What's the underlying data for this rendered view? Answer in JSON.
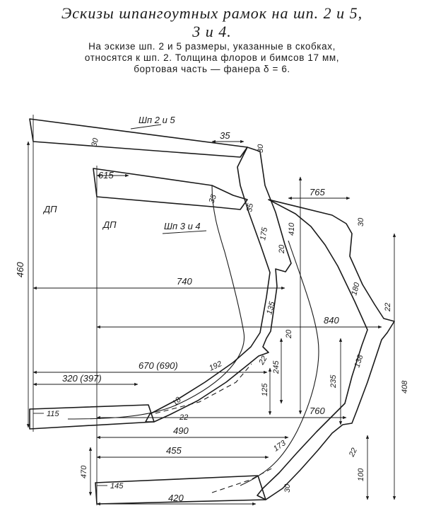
{
  "title": {
    "line1": "Эскизы шпангоутных рамок на шп. 2 и 5,",
    "line2": "3 и 4."
  },
  "caption": {
    "line1": "На эскизе шп. 2 и 5 размеры, указанные в скобках,",
    "line2": "относятся к шп. 2. Толщина флоров и бимсов 17 мм,",
    "line3": "бортовая часть — фанера δ = 6."
  },
  "frame_labels": {
    "frames_2_5": "Шп 2 и 5",
    "frames_3_4": "Шп 3 и 4",
    "centerline_upper": "ДП",
    "centerline_lower": "ДП"
  },
  "dimensions": {
    "d_460": "460",
    "d_30_beam": "30",
    "d_35_top": "35",
    "d_30_corner": "30",
    "d_615": "615",
    "d_35_beam2": "35",
    "d_35_side": "35",
    "d_175": "175",
    "d_20_a": "20",
    "d_410": "410",
    "d_765": "765",
    "d_30_right": "30",
    "d_180": "180",
    "d_740": "740",
    "d_135": "135",
    "d_840": "840",
    "d_22_a": "22",
    "d_20_b": "20",
    "d_245": "245",
    "d_22_b": "22",
    "d_670": "670 (690)",
    "d_192": "192",
    "d_138": "138",
    "d_408": "408",
    "d_320": "320 (397)",
    "d_235": "235",
    "d_125": "125",
    "d_18": "18",
    "d_22_c": "22",
    "d_115": "115",
    "d_760": "760",
    "d_490": "490",
    "d_173": "173",
    "d_470": "470",
    "d_455": "455",
    "d_22_d": "22",
    "d_100": "100",
    "d_145": "145",
    "d_30_bottom": "30",
    "d_420": "420"
  }
}
